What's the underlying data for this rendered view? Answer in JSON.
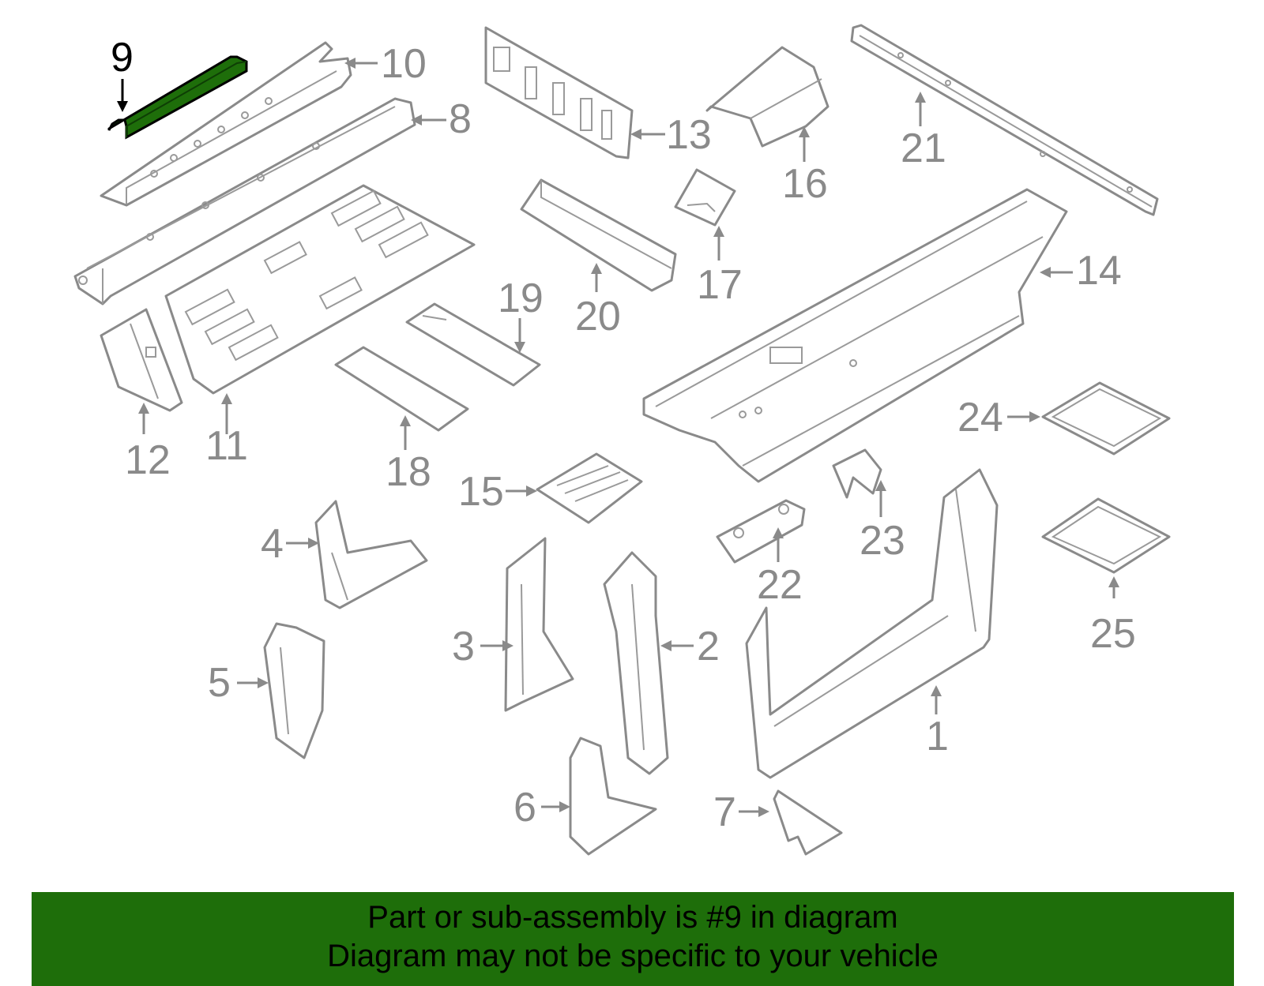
{
  "highlight_color": "#1e6e0a",
  "callouts": {
    "c1": "1",
    "c2": "2",
    "c3": "3",
    "c4": "4",
    "c5": "5",
    "c6": "6",
    "c7": "7",
    "c8": "8",
    "c9": "9",
    "c10": "10",
    "c11": "11",
    "c12": "12",
    "c13": "13",
    "c14": "14",
    "c15": "15",
    "c16": "16",
    "c17": "17",
    "c18": "18",
    "c19": "19",
    "c20": "20",
    "c21": "21",
    "c22": "22",
    "c23": "23",
    "c24": "24",
    "c25": "25"
  },
  "banner": {
    "line1": "Part or sub-assembly is #9 in diagram",
    "line2": "Diagram may not be specific to your vehicle"
  }
}
